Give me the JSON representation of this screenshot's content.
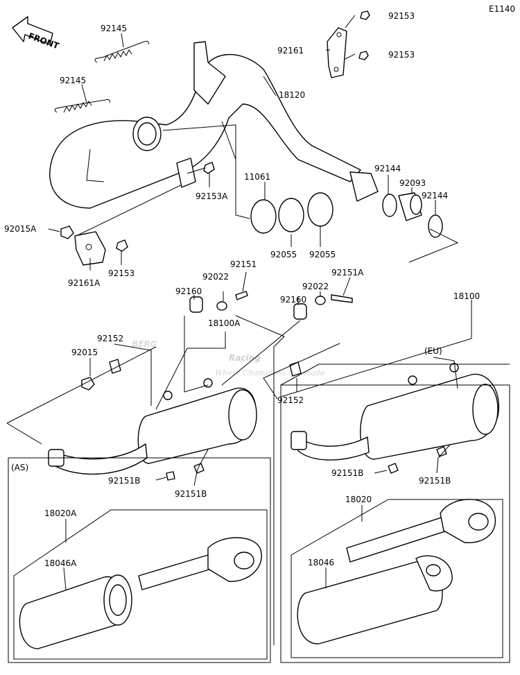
{
  "diagram_code": "E1140",
  "front_arrow_label": "FRONT",
  "watermark": {
    "main": "BERG",
    "sub": "Racing",
    "tagline": "Where Champions are made"
  },
  "region_labels": {
    "as": "(AS)",
    "eu": "(EU)"
  },
  "parts": {
    "p92153_top": "92153",
    "p92161": "92161",
    "p92153_mid": "92153",
    "p92145_a": "92145",
    "p92145_b": "92145",
    "p18120": "18120",
    "p92153A": "92153A",
    "p11061": "11061",
    "p92144_a": "92144",
    "p92093": "92093",
    "p92144_b": "92144",
    "p92015A": "92015A",
    "p92055_a": "92055",
    "p92055_b": "92055",
    "p92161A": "92161A",
    "p92153_low": "92153",
    "p92151": "92151",
    "p92151A": "92151A",
    "p92022_a": "92022",
    "p92022_b": "92022",
    "p92160_a": "92160",
    "p92160_b": "92160",
    "p18100A": "18100A",
    "p18100": "18100",
    "p92152_a": "92152",
    "p92015": "92015",
    "p92152_b": "92152",
    "p92151B_a": "92151B",
    "p92151B_b": "92151B",
    "p92151B_c": "92151B",
    "p92151B_d": "92151B",
    "p18020A": "18020A",
    "p18046A": "18046A",
    "p18020": "18020",
    "p18046": "18046"
  }
}
